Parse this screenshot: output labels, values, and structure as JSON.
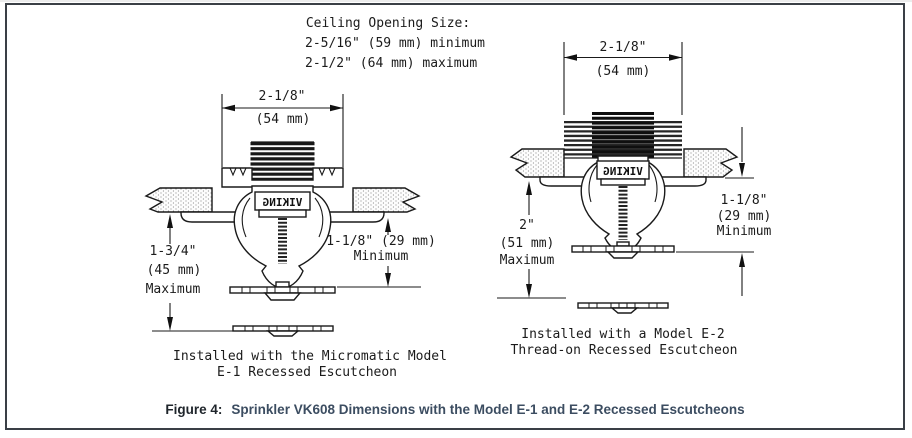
{
  "ceiling_note": {
    "title": "Ceiling Opening Size:",
    "line_min": "2-5/16\" (59 mm) minimum",
    "line_max": "2-1/2\" (64 mm) maximum"
  },
  "left_diagram": {
    "brand_mark": "VIKING",
    "width_dim_in": "2-1/8\"",
    "width_dim_mm": "(54 mm)",
    "drop_dim_line1": "1-3/4\"",
    "drop_dim_line2": "(45 mm)",
    "drop_dim_line3": "Maximum",
    "recess_dim_line1": "1-1/8\" (29 mm)",
    "recess_dim_line2": "Minimum",
    "caption_line1": "Installed with the Micromatic Model",
    "caption_line2": "E-1 Recessed Escutcheon"
  },
  "right_diagram": {
    "brand_mark": "VIKING",
    "width_dim_in": "2-1/8\"",
    "width_dim_mm": "(54 mm)",
    "drop_dim_line1": "2\"",
    "drop_dim_line2": "(51 mm)",
    "drop_dim_line3": "Maximum",
    "recess_dim_line1": "1-1/8\"",
    "recess_dim_line2": "(29 mm)",
    "recess_dim_line3": "Minimum",
    "caption_line1": "Installed with a Model E-2",
    "caption_line2": "Thread-on Recessed Escutcheon"
  },
  "figure_caption": {
    "prefix": "Figure 4:",
    "text": "Sprinkler VK608 Dimensions with the Model E-1 and E-2 Recessed Escutcheons"
  }
}
